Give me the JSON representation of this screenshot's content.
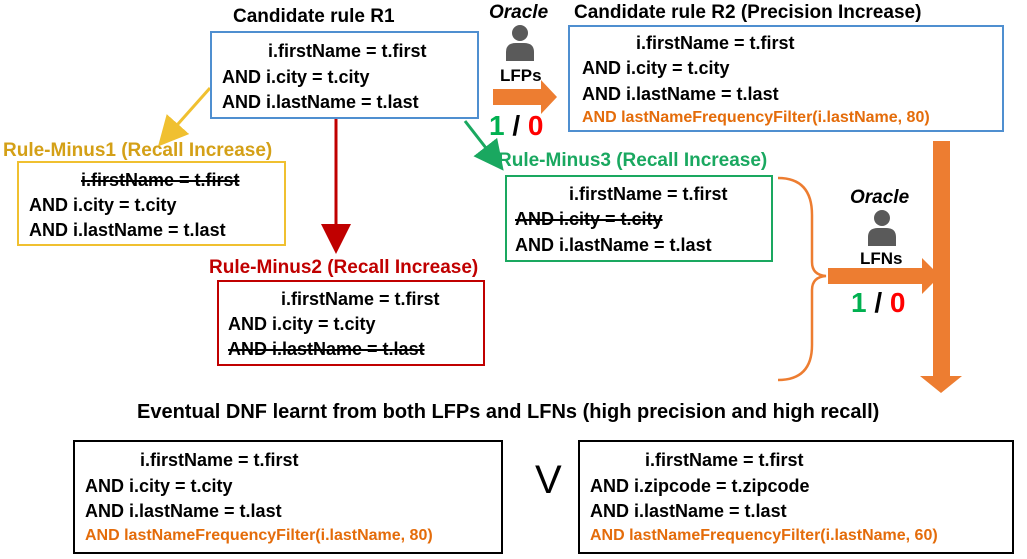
{
  "colors": {
    "blue": "#4f8fd0",
    "yellow": "#f0c030",
    "green": "#1aa860",
    "red": "#c00000",
    "orange": "#ed7d31",
    "black": "#000000"
  },
  "r1": {
    "title": "Candidate rule R1",
    "lines": [
      "i.firstName  = t.first",
      "AND   i.city = t.city",
      "AND   i.lastName  = t.last"
    ]
  },
  "r2": {
    "title": "Candidate rule R2 (Precision Increase)",
    "lines": [
      "i.firstName  = t.first",
      "AND   i.city = t.city",
      "AND   i.lastName  = t.last",
      "AND  lastNameFrequencyFilter(i.lastName,  80)"
    ]
  },
  "minus1": {
    "title": "Rule-Minus1 (Recall Increase)",
    "lines": [
      "i.firstName  = t.first",
      "AND   i.city = t.city",
      "AND   i.lastName  = t.last"
    ]
  },
  "minus2": {
    "title": "Rule-Minus2 (Recall Increase)",
    "lines": [
      "i.firstName  = t.first",
      "AND   i.city = t.city",
      "AND   i.lastName  = t.last"
    ]
  },
  "minus3": {
    "title": "Rule-Minus3 (Recall Increase)",
    "lines": [
      "i.firstName  = t.first",
      "AND   i.city = t.city",
      "AND   i.lastName  = t.last"
    ]
  },
  "oracle1": {
    "label": "Oracle",
    "sub": "LFPs",
    "good": "1",
    "sep": "/",
    "bad": "0",
    "icon": "person-icon"
  },
  "oracle2": {
    "label": "Oracle",
    "sub": "LFNs",
    "good": "1",
    "sep": "/",
    "bad": "0",
    "icon": "person-icon"
  },
  "dnf": {
    "heading": "Eventual DNF learnt from both LFPs and LFNs (high precision and high recall)",
    "or": "V",
    "left": [
      "i.firstName  = t.first",
      "AND   i.city = t.city",
      "AND   i.lastName  = t.last",
      "AND  lastNameFrequencyFilter(i.lastName,  80)"
    ],
    "right": [
      "i.firstName  = t.first",
      "AND   i.zipcode = t.zipcode",
      "AND   i.lastName  = t.last",
      "AND  lastNameFrequencyFilter(i.lastName,  60)"
    ]
  }
}
